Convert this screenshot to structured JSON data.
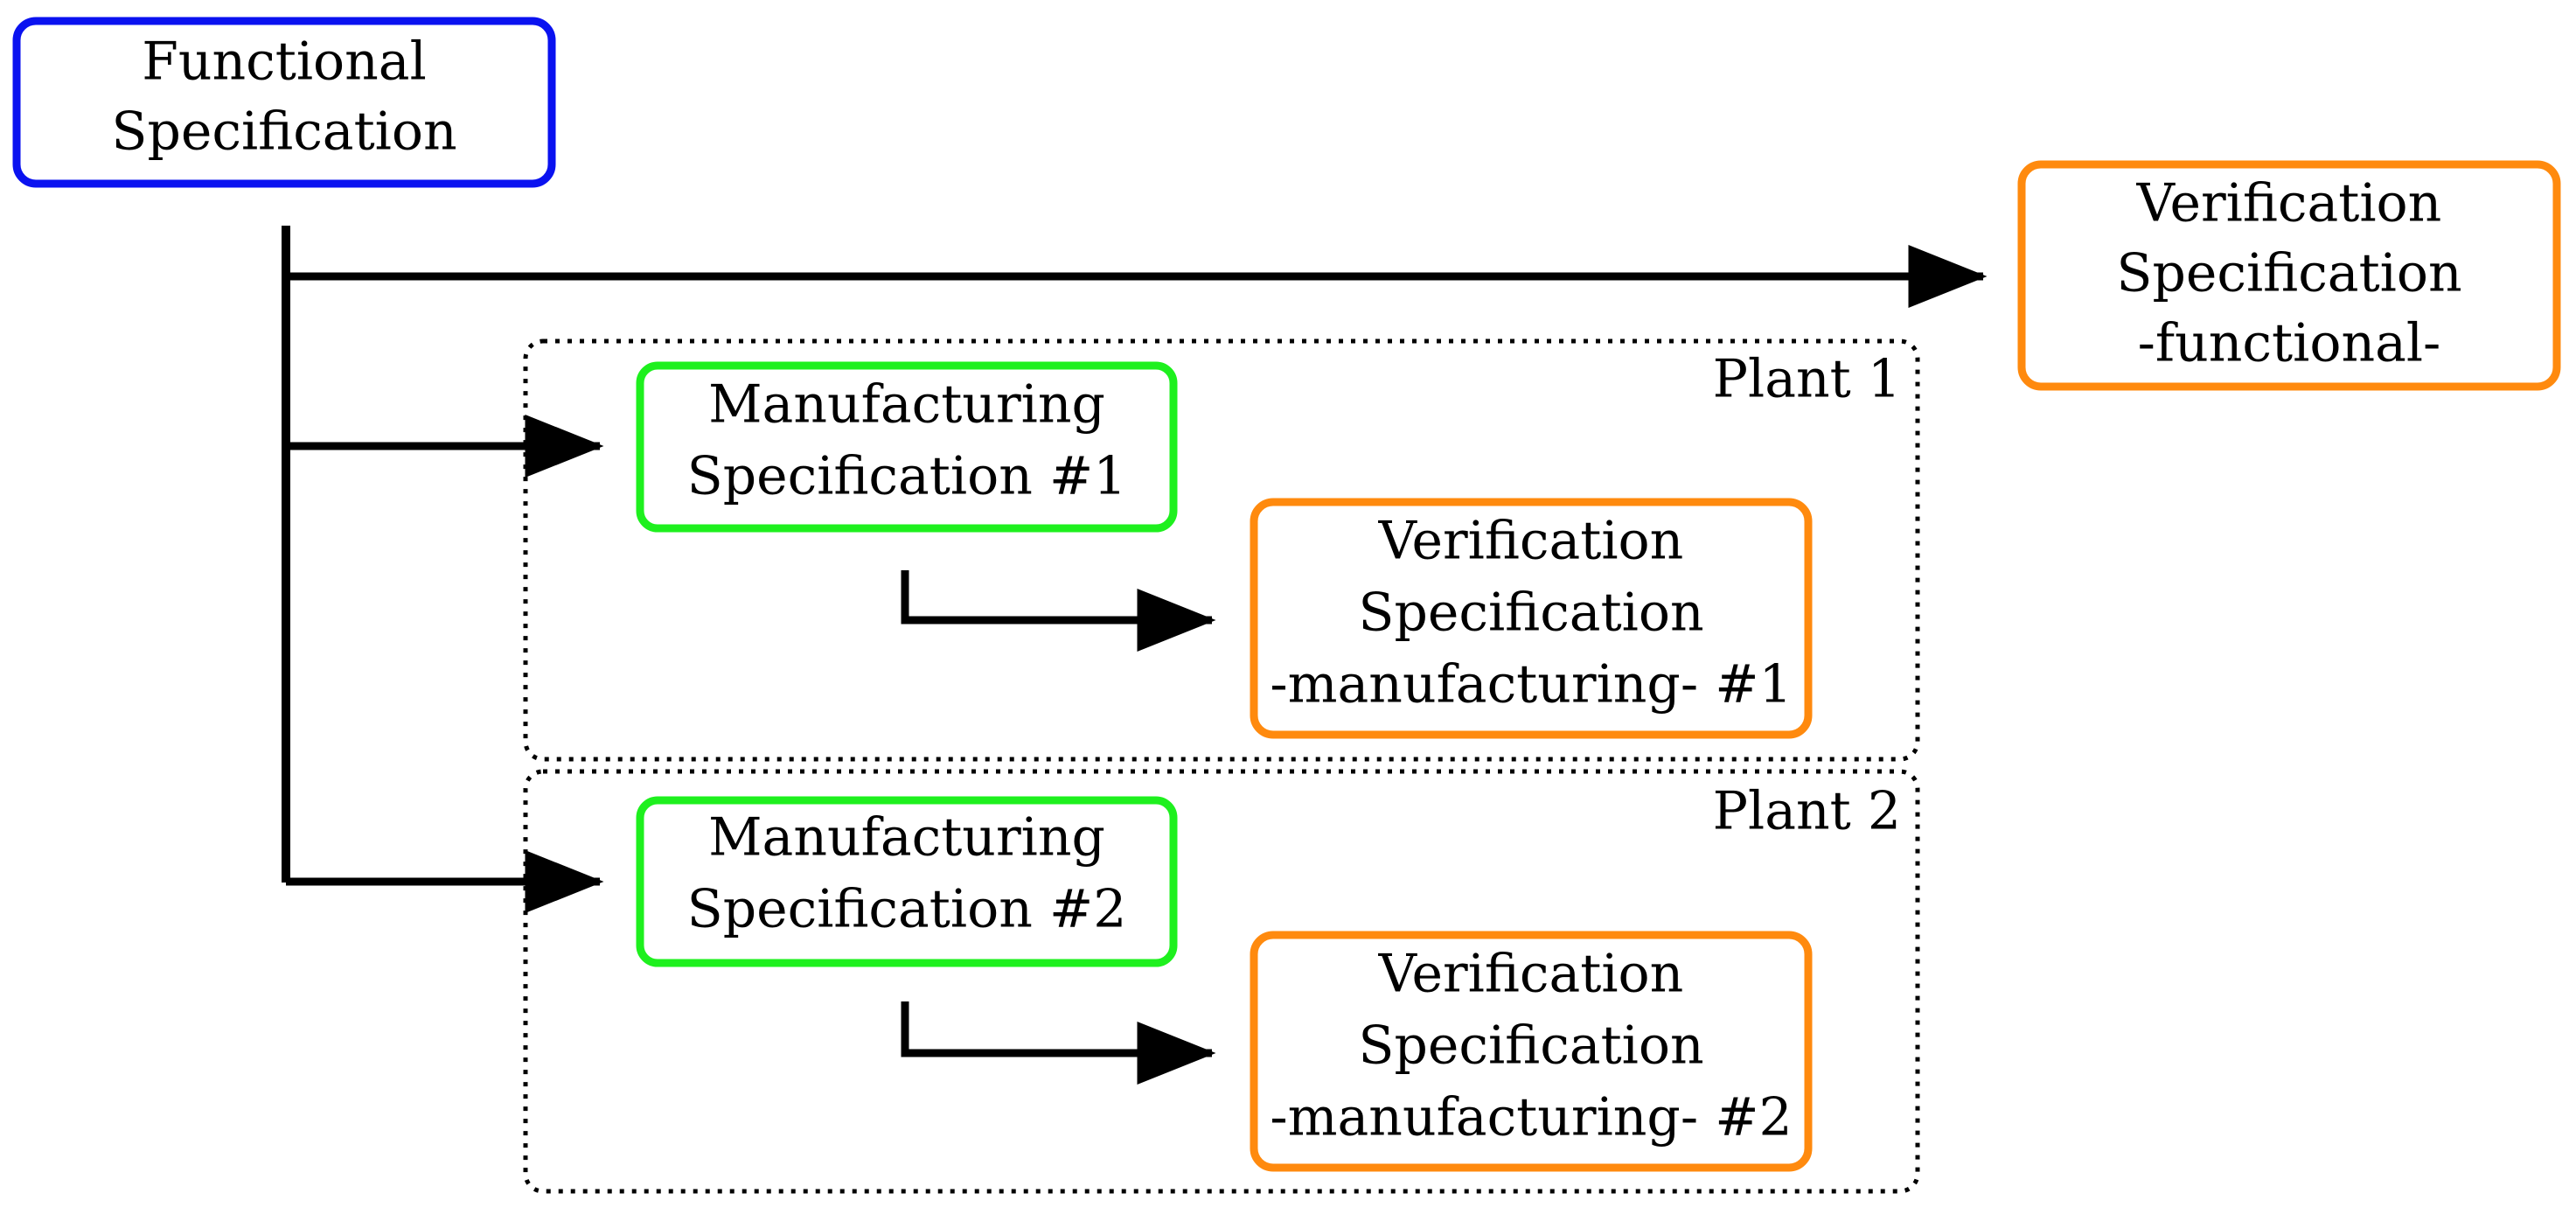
{
  "colors": {
    "functional": "#0a12f0",
    "manufacturing": "#1ef01e",
    "verification": "#ff8a0e",
    "line": "#000000",
    "group_border": "#000000"
  },
  "nodes": {
    "functional_spec": {
      "lines": [
        "Functional",
        "Specification"
      ]
    },
    "verification_functional": {
      "lines": [
        "Verification",
        "Specification",
        "-functional-"
      ]
    },
    "manufacturing_1": {
      "lines": [
        "Manufacturing",
        "Specification #1"
      ]
    },
    "verification_manufacturing_1": {
      "lines": [
        "Verification",
        "Specification",
        "-manufacturing- #1"
      ]
    },
    "manufacturing_2": {
      "lines": [
        "Manufacturing",
        "Specification #2"
      ]
    },
    "verification_manufacturing_2": {
      "lines": [
        "Verification",
        "Specification",
        "-manufacturing- #2"
      ]
    }
  },
  "groups": {
    "plant_1": {
      "label": "Plant 1"
    },
    "plant_2": {
      "label": "Plant 2"
    }
  }
}
